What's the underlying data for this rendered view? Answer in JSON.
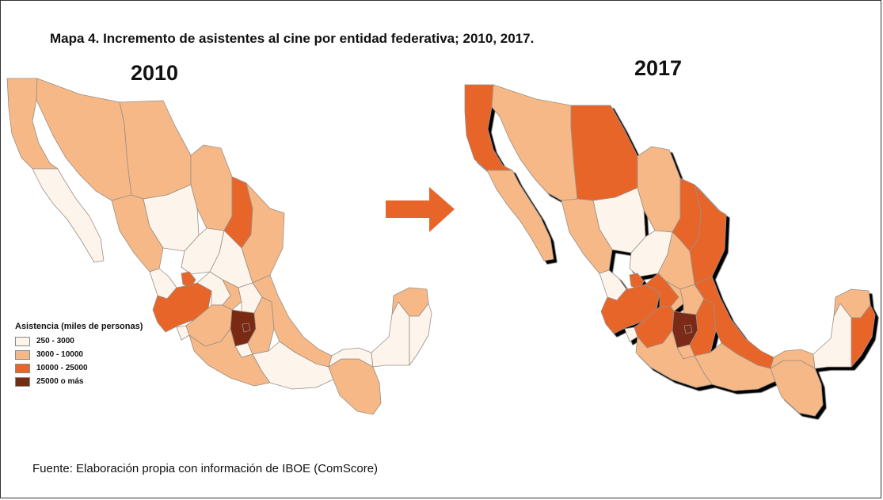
{
  "title": "Mapa 4. Incremento de asistentes al cine por entidad federativa; 2010, 2017.",
  "maps": [
    {
      "year": "2010"
    },
    {
      "year": "2017"
    }
  ],
  "legend": {
    "title": "Asistencia (miles de personas)",
    "items": [
      {
        "label": "250 - 3000",
        "color": "#fdf4ec"
      },
      {
        "label": "3000 - 10000",
        "color": "#f6b886"
      },
      {
        "label": "10000 - 25000",
        "color": "#e8652a"
      },
      {
        "label": "25000 o más",
        "color": "#7a2a12"
      }
    ]
  },
  "arrow": {
    "color": "#e8652a",
    "icon": "right-arrow-icon"
  },
  "source": "Fuente: Elaboración propia con información de IBOE (ComScore)"
}
